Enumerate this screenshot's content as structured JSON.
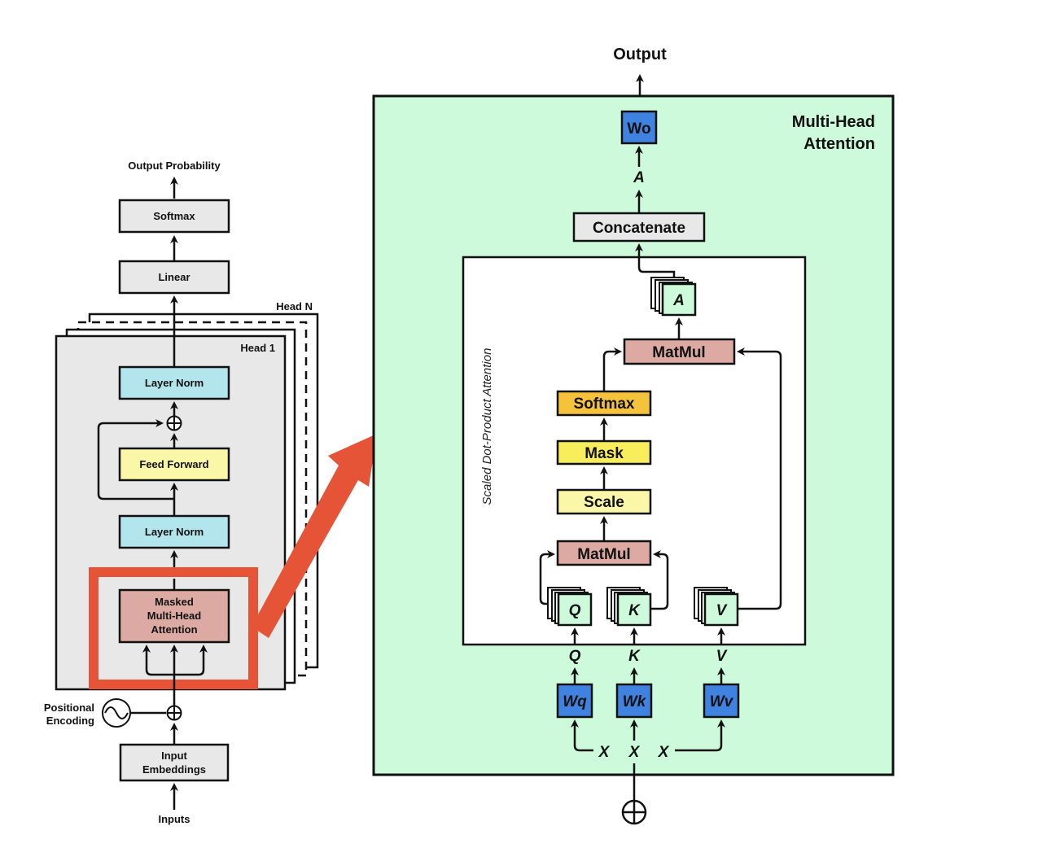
{
  "left": {
    "output_probability": "Output Probability",
    "softmax": "Softmax",
    "linear": "Linear",
    "head_n": "Head N",
    "head_1": "Head 1",
    "layer_norm_top": "Layer Norm",
    "feed_forward": "Feed Forward",
    "layer_norm_bottom": "Layer Norm",
    "masked_line1": "Masked",
    "masked_line2": "Multi-Head",
    "masked_line3": "Attention",
    "positional_line1": "Positional",
    "positional_line2": "Encoding",
    "input_line1": "Input",
    "input_line2": "Embeddings",
    "inputs": "Inputs"
  },
  "right": {
    "output": "Output",
    "title_line1": "Multi-Head",
    "title_line2": "Attention",
    "wo": "Wo",
    "a_top": "A",
    "concatenate": "Concatenate",
    "a_stack": "A",
    "matmul_top": "MatMul",
    "softmax": "Softmax",
    "mask": "Mask",
    "scale": "Scale",
    "matmul_bottom": "MatMul",
    "q_box": "Q",
    "k_box": "K",
    "v_box": "V",
    "q_label": "Q",
    "k_label": "K",
    "v_label": "V",
    "wq": "Wq",
    "wk": "Wk",
    "wv": "Wv",
    "x1": "X",
    "x2": "X",
    "x3": "X",
    "side_label": "Scaled Dot-Product Attention"
  },
  "colors": {
    "panel_green": "#cdfadb",
    "gray_box": "#e8e8e8",
    "cyan_box": "#b3e5ec",
    "yellow_light": "#fbf7a8",
    "yellow_mid": "#f8ee5b",
    "orange_softmax": "#f5c33b",
    "pink_matmul": "#dcaaa3",
    "blue_weight": "#3f82e0",
    "green_qkv": "#cdfadb",
    "highlight_red": "#e65438"
  }
}
